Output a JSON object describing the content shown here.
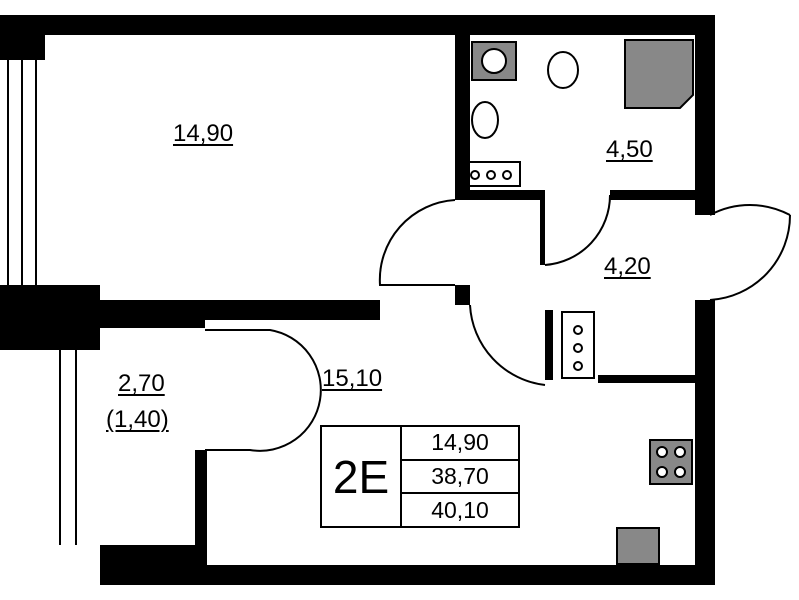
{
  "rooms": {
    "living_room": "14,90",
    "bathroom": "4,50",
    "hallway": "4,20",
    "balcony_area": "2,70",
    "balcony_reduced": "(1,40)",
    "kitchen": "15,10"
  },
  "legend": {
    "apartment_code": "2E",
    "living_area": "14,90",
    "total_area": "38,70",
    "total_with_balcony": "40,10"
  }
}
